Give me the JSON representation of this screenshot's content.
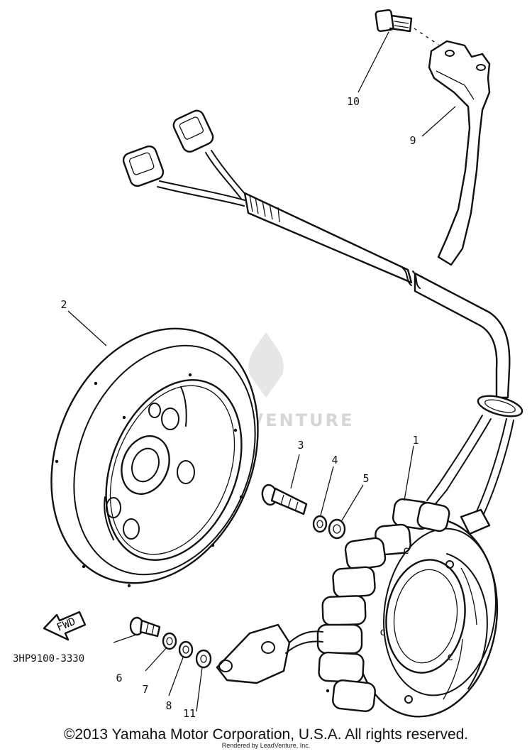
{
  "watermark": {
    "text": "LEADVENTURE"
  },
  "callouts": [
    "1",
    "2",
    "3",
    "4",
    "5",
    "6",
    "7",
    "8",
    "9",
    "10",
    "11"
  ],
  "fwd_label": "FWD",
  "part_number": "3HP9100-3330",
  "footer": {
    "copyright": "©2013 Yamaha Motor Corporation, U.S.A. All rights reserved.",
    "rendered_by": "Rendered by LeadVenture, Inc."
  }
}
